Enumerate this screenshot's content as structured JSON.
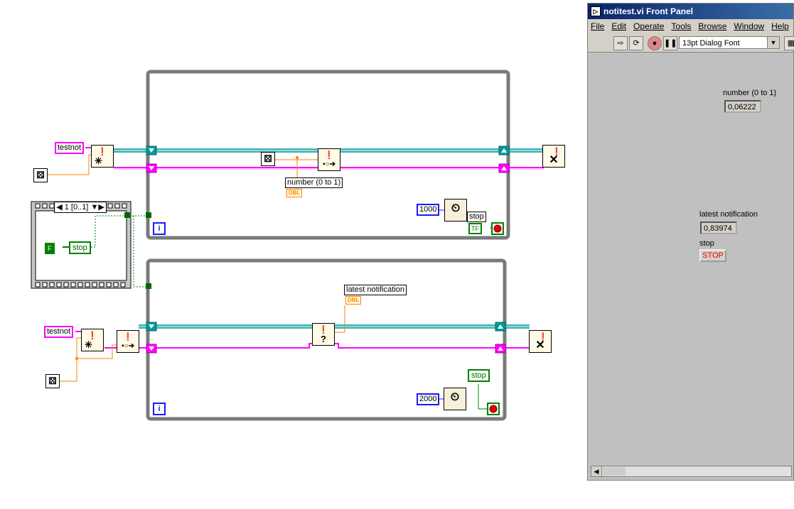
{
  "diagram": {
    "loop1": {
      "refnum_constant": "testnot",
      "display_label": "number (0 to 1)",
      "display_type": "DBL",
      "wait_ms": "1000",
      "stop_label": "stop",
      "stop_terminal": "TF",
      "iteration": "i"
    },
    "sequence": {
      "frame_selector": "1 [0..1]",
      "bool_constant": "F",
      "stop_local": "stop"
    },
    "loop2": {
      "refnum_constant": "testnot",
      "display_label": "latest notification",
      "display_type": "DBL",
      "wait_ms": "2000",
      "stop_local": "stop",
      "iteration": "i"
    }
  },
  "front_panel": {
    "title": "notitest.vi Front Panel",
    "menu": [
      "File",
      "Edit",
      "Operate",
      "Tools",
      "Browse",
      "Window",
      "Help"
    ],
    "font_select": "13pt Dialog Font",
    "number_label": "number (0 to 1)",
    "number_value": "0,06222",
    "latest_label": "latest notification",
    "latest_value": "0,83974",
    "stop_label": "stop",
    "stop_button": "STOP"
  },
  "colors": {
    "refnum_wire": "#ff00ff",
    "number_wire": "#ff8000",
    "bool_wire": "#008000",
    "loop_border": "#7a7a7a",
    "panel_bg": "#c0c0c0"
  }
}
